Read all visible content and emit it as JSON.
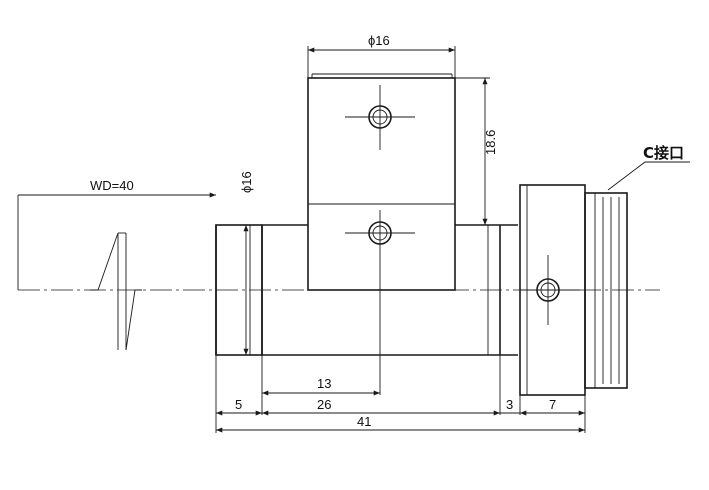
{
  "labels": {
    "wd": "WD=40",
    "dia_top": "ϕ16",
    "dia_left": "ϕ16",
    "height": "18.6",
    "dim_13": "13",
    "dim_5": "5",
    "dim_26": "26",
    "dim_3": "3",
    "dim_7": "7",
    "dim_41": "41",
    "mount": "C接口"
  }
}
